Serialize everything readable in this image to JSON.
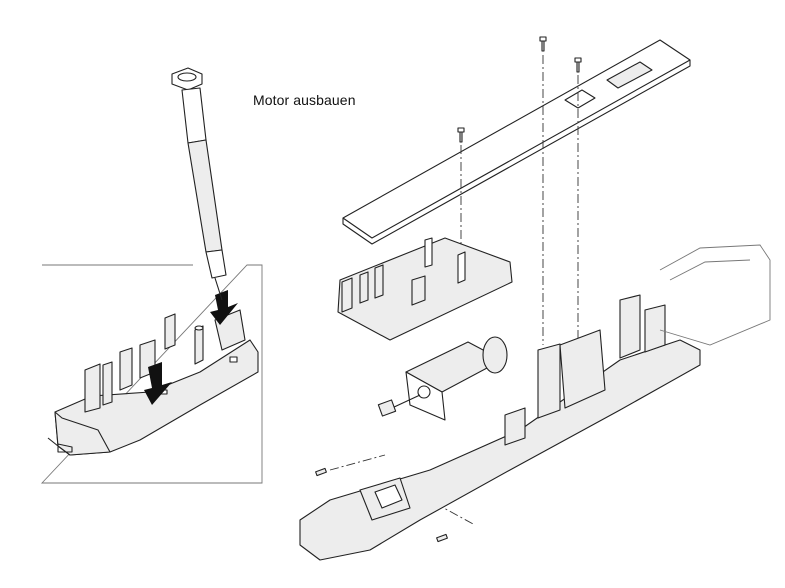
{
  "diagram": {
    "caption": "Motor ausbauen",
    "parts": [
      "screwdriver",
      "chassis-detail-inset",
      "circuit-board",
      "screws",
      "motor-housing",
      "motor",
      "chassis",
      "body-shell"
    ],
    "arrows": 2,
    "screws": 5
  }
}
